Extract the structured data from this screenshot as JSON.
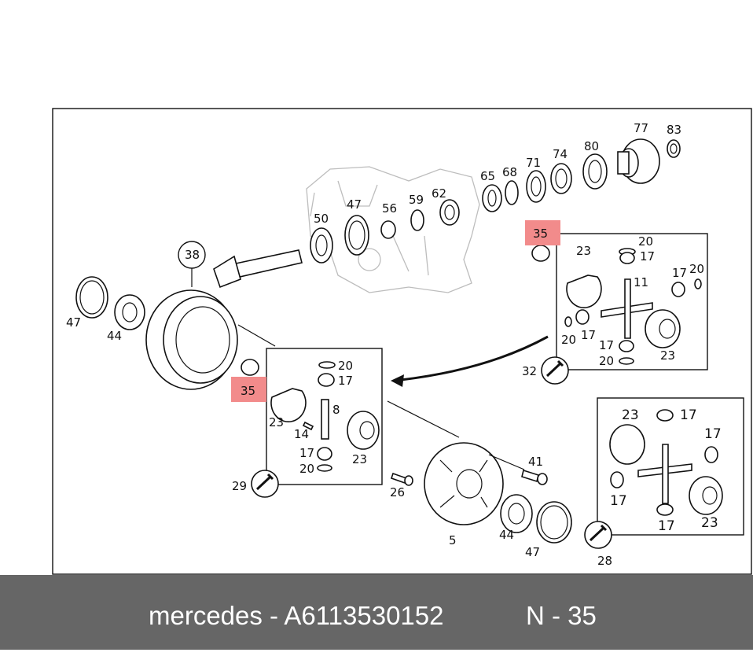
{
  "labels": {
    "l77": "77",
    "l83": "83",
    "l80": "80",
    "l74": "74",
    "l71": "71",
    "l68": "68",
    "l65": "65",
    "l62": "62",
    "l59": "59",
    "l56": "56",
    "l47a": "47",
    "l50": "50",
    "l38": "38",
    "l47b": "47",
    "l44a": "44",
    "l35a": "35",
    "l35b": "35",
    "a20": "20",
    "a23": "23",
    "a17": "17",
    "a11": "11",
    "a17b": "17",
    "a20b": "20",
    "a20c": "20",
    "a17c": "17",
    "a17d": "17",
    "a20d": "20",
    "a23b": "23",
    "a32": "32",
    "b20": "20",
    "b17": "17",
    "b23": "23",
    "b8": "8",
    "b14": "14",
    "b23b": "23",
    "b17b": "17",
    "b20b": "20",
    "b29": "29",
    "c41": "41",
    "c26": "26",
    "c5": "5",
    "c44": "44",
    "c47": "47",
    "c28": "28",
    "d23": "23",
    "d17": "17",
    "d17b": "17",
    "d17c": "17",
    "d17d": "17",
    "d23b": "23"
  },
  "footer": {
    "left": "mercedes - A6113530152",
    "right": "N - 35"
  },
  "colors": {
    "highlight": "#f28b8b",
    "footer_bg": "#666666",
    "footer_text": "#ffffff"
  }
}
